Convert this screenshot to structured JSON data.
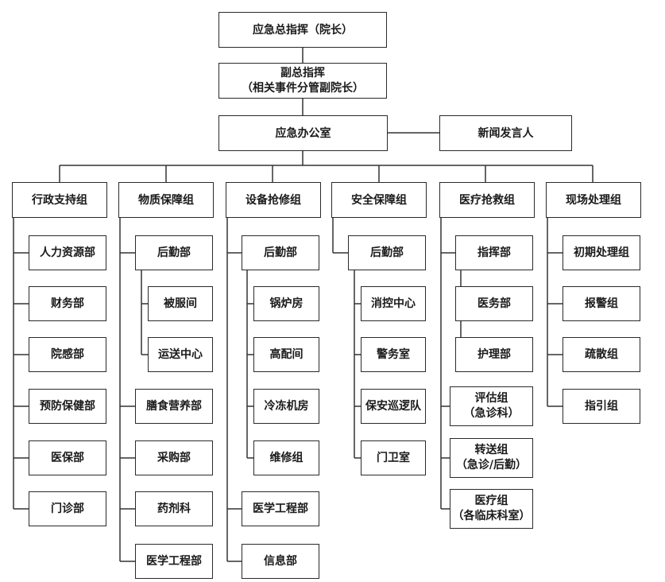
{
  "top": {
    "commander": "应急总指挥（院长）",
    "deputy": "副总指挥\n（相关事件分管副院长）",
    "office": "应急办公室",
    "spokesperson": "新闻发言人"
  },
  "groups": [
    {
      "title": "行政支持组",
      "items": [
        "人力资源部",
        "财务部",
        "院感部",
        "预防保健部",
        "医保部",
        "门诊部"
      ]
    },
    {
      "title": "物质保障组",
      "items": [
        "后勤部",
        "被服间",
        "运送中心",
        "膳食营养部",
        "采购部",
        "药剂科",
        "医学工程部"
      ]
    },
    {
      "title": "设备抢修组",
      "items": [
        "后勤部",
        "锅炉房",
        "高配间",
        "冷冻机房",
        "维修组",
        "医学工程部",
        "信息部"
      ]
    },
    {
      "title": "安全保障组",
      "items": [
        "后勤部",
        "消控中心",
        "警务室",
        "保安巡逻队",
        "门卫室"
      ]
    },
    {
      "title": "医疗抢救组",
      "items": [
        "指挥部",
        "医务部",
        "护理部",
        "评估组\n（急诊科）",
        "转送组\n（急诊/后勤）",
        "医疗组\n（各临床科室）"
      ]
    },
    {
      "title": "现场处理组",
      "items": [
        "初期处理组",
        "报警组",
        "疏散组",
        "指引组"
      ]
    }
  ]
}
